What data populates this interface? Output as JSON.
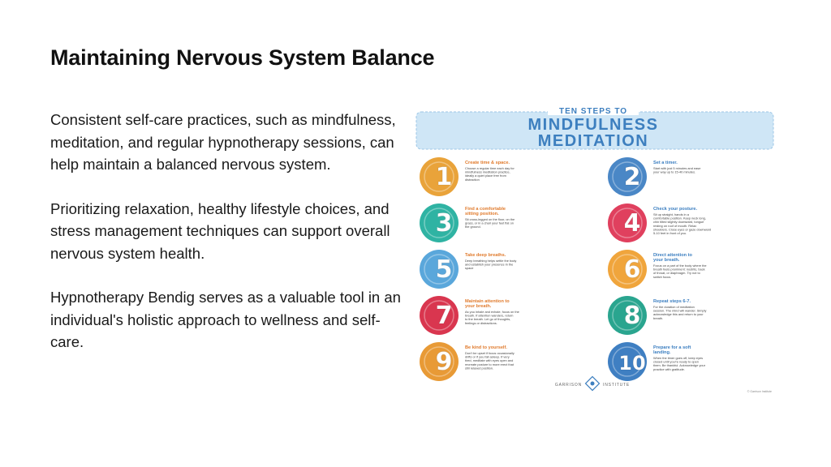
{
  "slide": {
    "title": "Maintaining Nervous System Balance",
    "paragraphs": [
      "Consistent self-care practices, such as mindfulness, meditation, and regular hypnotherapy sessions, can help maintain a balanced nervous system.",
      "Prioritizing relaxation, healthy lifestyle choices, and stress management techniques can support overall nervous system health.",
      "Hypnotherapy Bendig serves as a valuable tool in an individual's holistic approach to wellness and self-care."
    ]
  },
  "infographic": {
    "banner_top": "TEN STEPS TO",
    "banner_line1": "MINDFULNESS",
    "banner_line2": "MEDITATION",
    "steps": [
      {
        "num": "1",
        "heading": "Create time & space.",
        "text": "Choose a regular time each day for mindfulness meditation practice, ideally a quiet place free from distraction",
        "color": "#e9a33a"
      },
      {
        "num": "2",
        "heading": "Set a timer.",
        "text": "Start with just 5 minutes and ease your way up to 15-40 minutes.",
        "color": "#4a87c6"
      },
      {
        "num": "3",
        "heading": "Find a comfortable sitting position.",
        "text": "Sit cross-legged on the floor, on the grass, or in a chair your feet flat on the ground.",
        "color": "#2fb3a3"
      },
      {
        "num": "4",
        "heading": "Check your posture.",
        "text": "Sit up straight, hands in a comfortable position. Keep neck long, chin tilted slightly downward, tongue resting on roof of mouth. Relax shoulders. Close eyes or gaze downward 5-10 feet in front of you.",
        "color": "#e0405e"
      },
      {
        "num": "5",
        "heading": "Take deep breaths.",
        "text": "Deep breathing helps settle the body and establish your presence in the space",
        "color": "#5aa7db"
      },
      {
        "num": "6",
        "heading": "Direct attention to your breath.",
        "text": "Focus on a part of the body where the breath feels prominent: nostrils, back of throat, or diaphragm. Try not to switch focus.",
        "color": "#f0a53c"
      },
      {
        "num": "7",
        "heading": "Maintain attention to your breath.",
        "text": "As you inhale and exhale, focus on the breath. If attention wanders, return to the breath. Let go of thoughts, feelings or distractions.",
        "color": "#d9364f"
      },
      {
        "num": "8",
        "heading": "Repeat steps 6-7.",
        "text": "For the duration of meditation session. The mind will wander. Simply acknowledge this and return to your breath.",
        "color": "#2aa58f"
      },
      {
        "num": "9",
        "heading": "Be kind to yourself.",
        "text": "Don't be upset if focus occasionally drifts or if you fall asleep. If very tired, meditate with eyes open and recreate posture to more erect that still relaxed position.",
        "color": "#e89a36"
      },
      {
        "num": "10",
        "heading": "Prepare for a soft landing.",
        "text": "When the timer goes off, keep eyes closed until you're ready to open them. Be thankful. Acknowledge your practice with gratitude.",
        "color": "#3f7fc2"
      }
    ],
    "footer_left": "GARRISON",
    "footer_right": "INSTITUTE",
    "copyright": "© Garrison Institute",
    "colors": {
      "banner_bg": "#cfe6f6",
      "banner_text": "#3d7fbf",
      "heading_orange": "#e07a2c",
      "heading_blue": "#3b7ec0"
    }
  }
}
